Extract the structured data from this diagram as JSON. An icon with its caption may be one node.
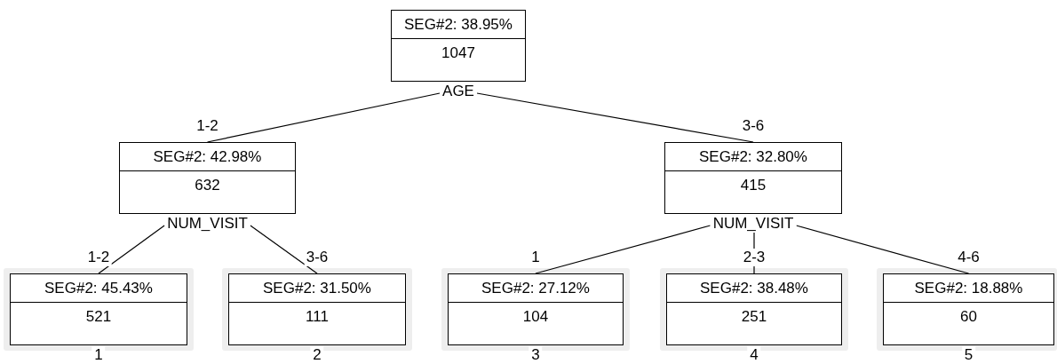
{
  "diagram": {
    "nodes": [
      {
        "text": [
          "SEG#2: 38.95%",
          "1047"
        ],
        "beside": [
          "AGE"
        ]
      },
      {
        "text": [
          "SEG#2: 42.98%",
          "632"
        ],
        "beside": [
          "NUM_VISIT"
        ]
      },
      {
        "text": [
          "SEG#2: 32.80%",
          "415"
        ],
        "beside": [
          "NUM_VISIT"
        ]
      },
      {
        "text": [
          "SEG#2: 45.43%",
          "521"
        ],
        "beside": [
          "1"
        ]
      },
      {
        "text": [
          "SEG#2: 31.50%",
          "111"
        ],
        "beside": [
          "2"
        ]
      },
      {
        "text": [
          "SEG#2: 27.12%",
          "104"
        ],
        "beside": [
          "3"
        ]
      },
      {
        "text": [
          "SEG#2: 38.48%",
          "251"
        ],
        "beside": [
          "4"
        ]
      },
      {
        "text": [
          "SEG#2: 18.88%",
          "60"
        ],
        "beside": [
          "5"
        ]
      }
    ],
    "edges": [
      {
        "from": 0,
        "to": 1,
        "arrow": "none",
        "label": "1-2"
      },
      {
        "from": 0,
        "to": 2,
        "arrow": "none",
        "label": "3-6"
      },
      {
        "from": 1,
        "to": 3,
        "arrow": "none",
        "label": "1-2"
      },
      {
        "from": 1,
        "to": 4,
        "arrow": "none",
        "label": "3-6"
      },
      {
        "from": 2,
        "to": 5,
        "arrow": "none",
        "label": "1"
      },
      {
        "from": 2,
        "to": 6,
        "arrow": "none",
        "label": "2-3"
      },
      {
        "from": 2,
        "to": 7,
        "arrow": "none",
        "label": "4-6"
      }
    ]
  }
}
